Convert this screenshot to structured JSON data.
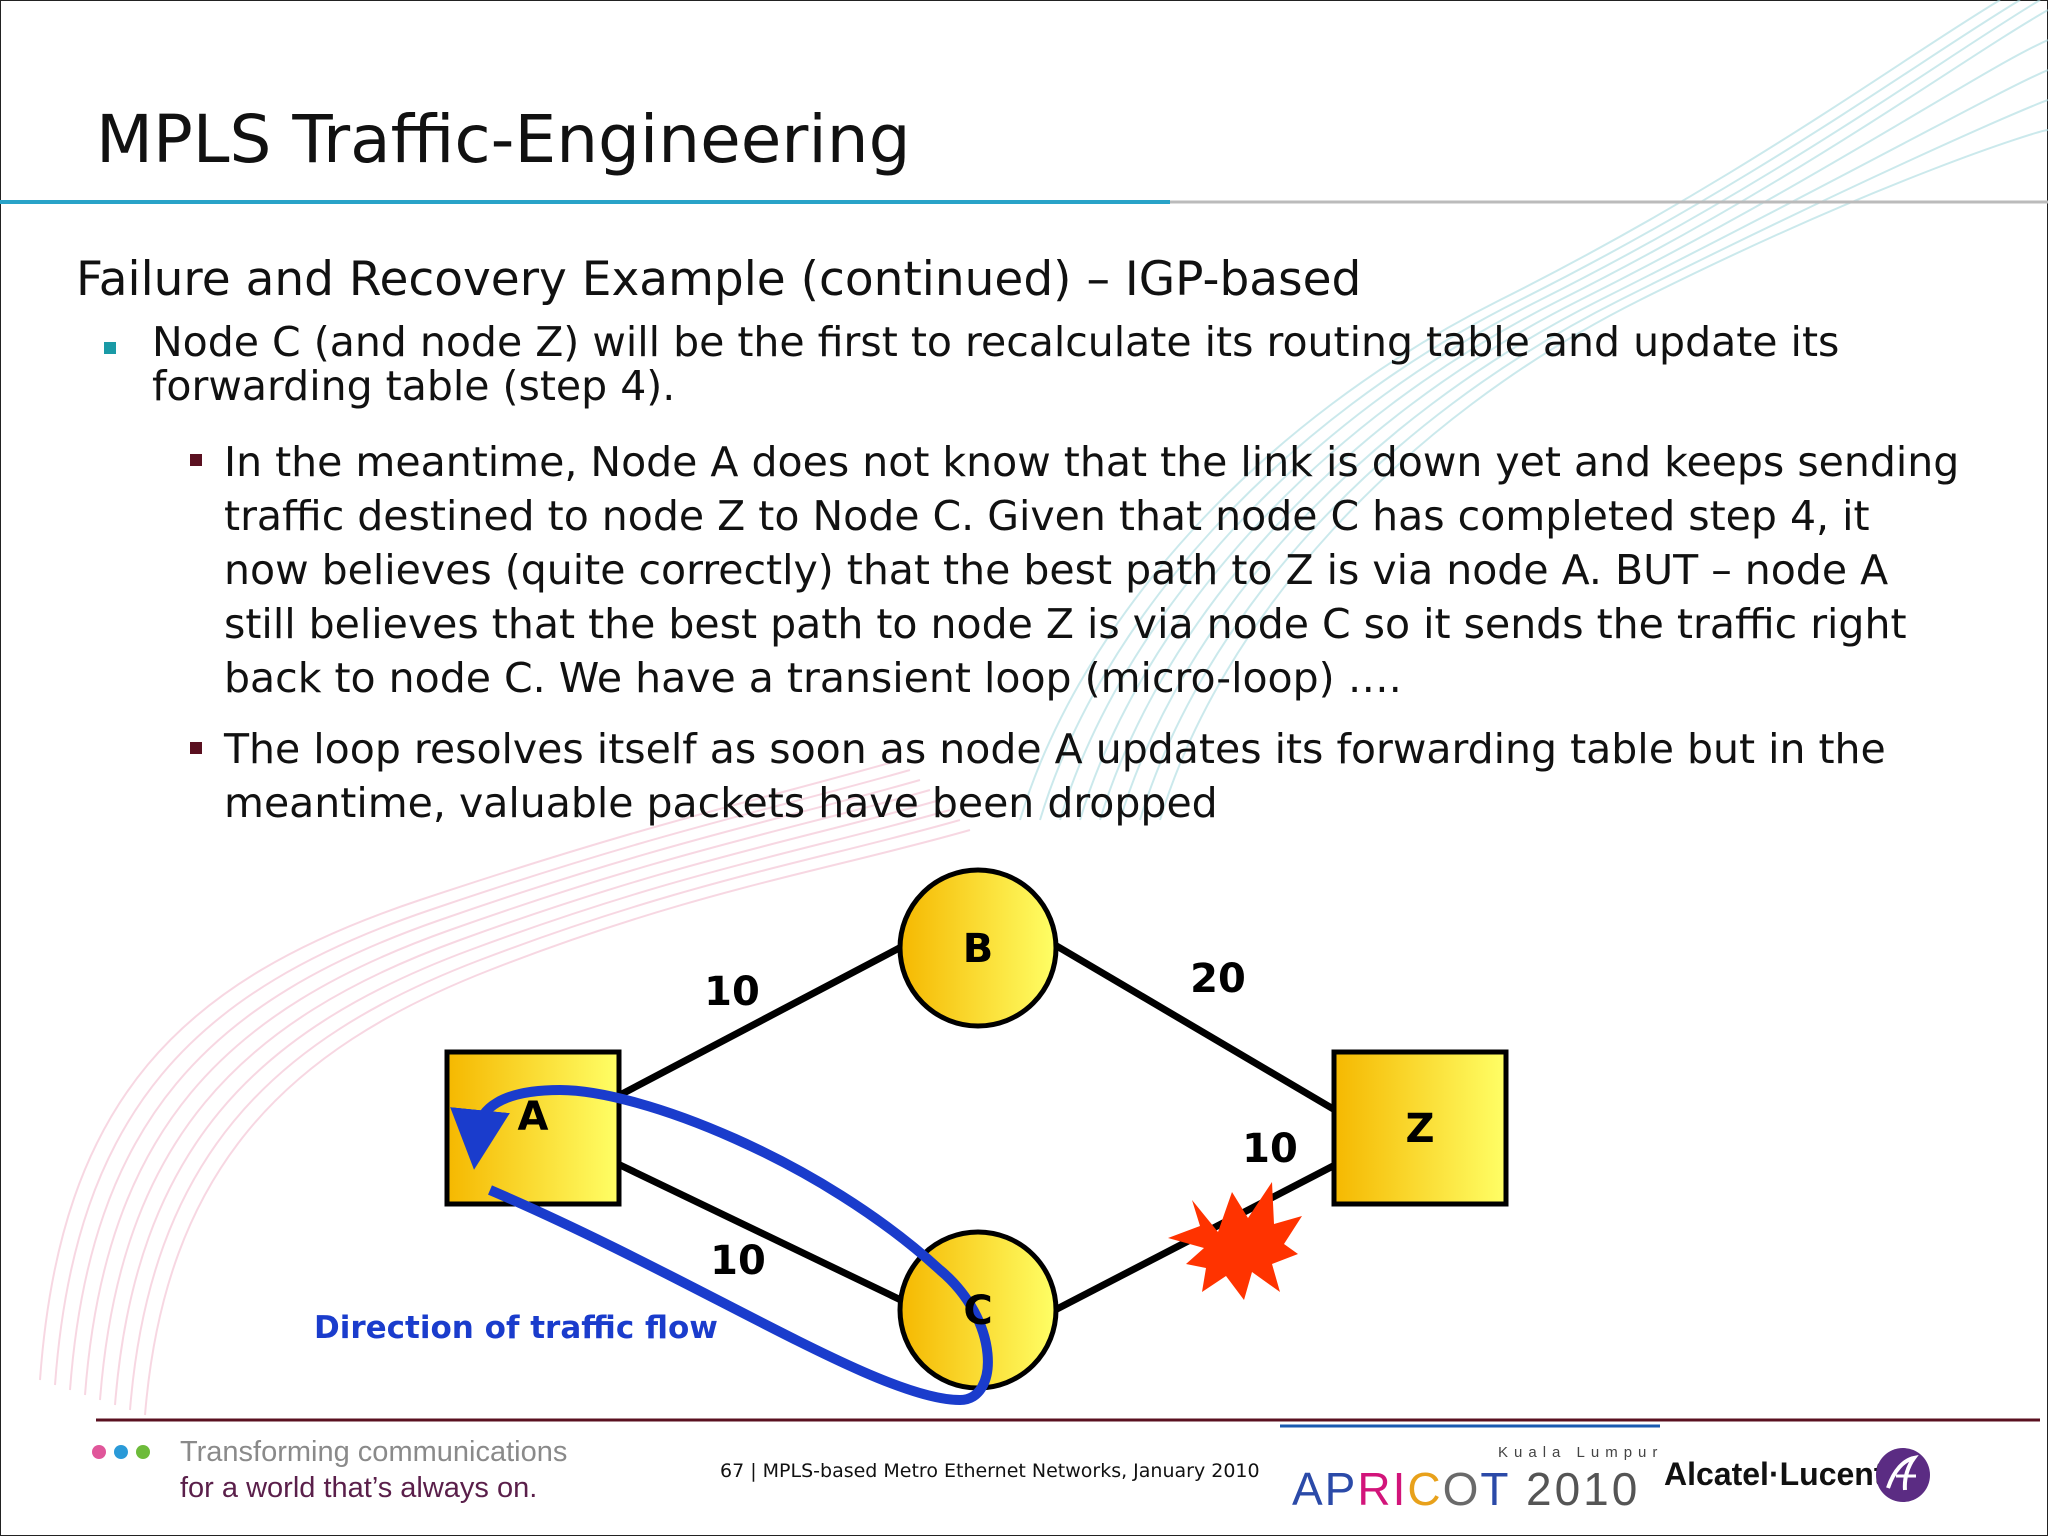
{
  "title": "MPLS Traffic-Engineering",
  "subtitle": "Failure and Recovery Example (continued) – IGP-based",
  "bullets": [
    {
      "level": 1,
      "text": "Node C (and node Z) will be the first to recalculate its routing table and update its forwarding table (step 4)."
    },
    {
      "level": 2,
      "text": "In the meantime, Node A does not know that the link is down yet and keeps sending traffic destined to node Z to Node C.  Given that node C has completed step 4, it now believes (quite correctly) that the best path to Z is via node A.  BUT – node A still believes that the best path to node Z is via node C so it sends the traffic right back to node C.  We have a transient loop (micro-loop) …."
    },
    {
      "level": 2,
      "text": "The loop resolves itself as soon as node A updates its forwarding table but in the meantime, valuable packets have been dropped"
    }
  ],
  "diagram": {
    "nodes": {
      "a": "A",
      "b": "B",
      "c": "C",
      "z": "Z"
    },
    "links": {
      "a_b": "10",
      "b_z": "20",
      "a_c": "10",
      "c_z": "10"
    },
    "flow_label": "Direction of traffic flow",
    "colors": {
      "node_fill_light": "#ffff66",
      "node_fill_dark": "#f5b800",
      "flow": "#1a3ccc",
      "failure": "#ff3300"
    }
  },
  "footer": {
    "tagline_line1": "Transforming communications",
    "tagline_line2": "for a world that’s always on.",
    "text": "67 | MPLS-based Metro Ethernet Networks, January 2010",
    "apricot_parts": [
      "AP",
      "RI",
      "C",
      "O",
      "T"
    ],
    "apricot_year": "2010",
    "kuala": "Kuala Lumpur",
    "brand": "Alcatel·Lucent"
  }
}
